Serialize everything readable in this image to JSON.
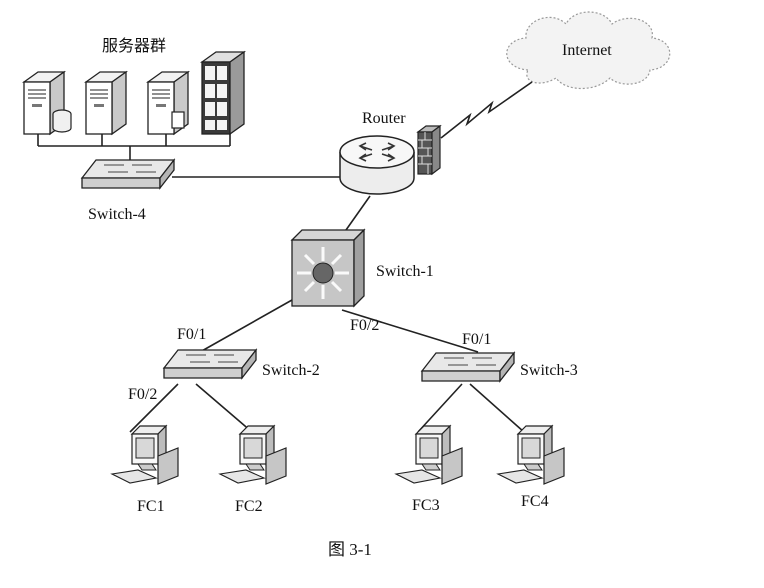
{
  "server_group_label": "服务器群",
  "internet_label": "Internet",
  "router_label": "Router",
  "switch4_label": "Switch-4",
  "switch1_label": "Switch-1",
  "switch2_label": "Switch-2",
  "switch3_label": "Switch-3",
  "port_labels": {
    "switch2_uplink": "F0/1",
    "switch2_downlink": "F0/2",
    "switch1_downlink": "F0/2",
    "switch3_uplink": "F0/1"
  },
  "pc_labels": [
    "FC1",
    "FC2",
    "FC3",
    "FC4"
  ],
  "caption": "图 3-1"
}
